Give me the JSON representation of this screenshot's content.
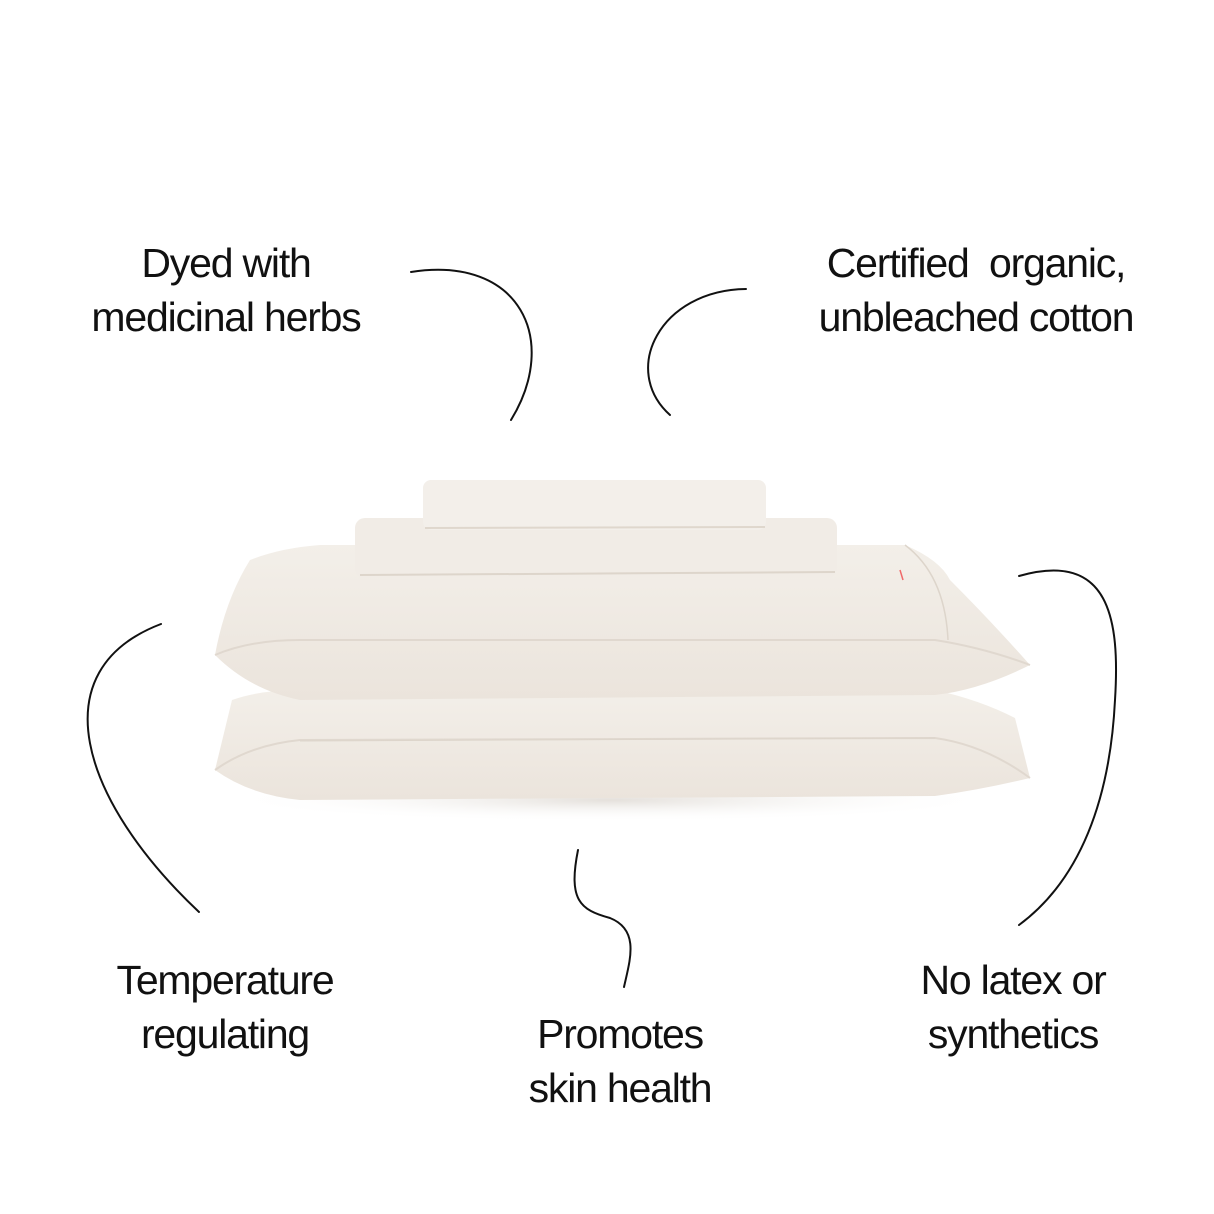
{
  "features": [
    {
      "id": "dyed",
      "lines": [
        "Dyed with",
        "medicinal herbs"
      ]
    },
    {
      "id": "organic",
      "lines": [
        "Certified  organic,",
        "unbleached cotton"
      ]
    },
    {
      "id": "temperature",
      "lines": [
        "Temperature",
        "regulating"
      ]
    },
    {
      "id": "skin",
      "lines": [
        "Promotes",
        "skin health"
      ]
    },
    {
      "id": "latex",
      "lines": [
        "No latex or",
        "synthetics"
      ]
    }
  ],
  "product": {
    "name": "organic cotton sheet set",
    "items": [
      "folded pillowcase",
      "folded sheet",
      "pillow (top)",
      "pillow (bottom)"
    ],
    "fabric_color": "#efe9e2",
    "shadow_color": "#e2dbd2",
    "tag_color": "#f06a6a"
  },
  "colors": {
    "background": "#ffffff",
    "text": "#111111",
    "lines": "#111111"
  }
}
